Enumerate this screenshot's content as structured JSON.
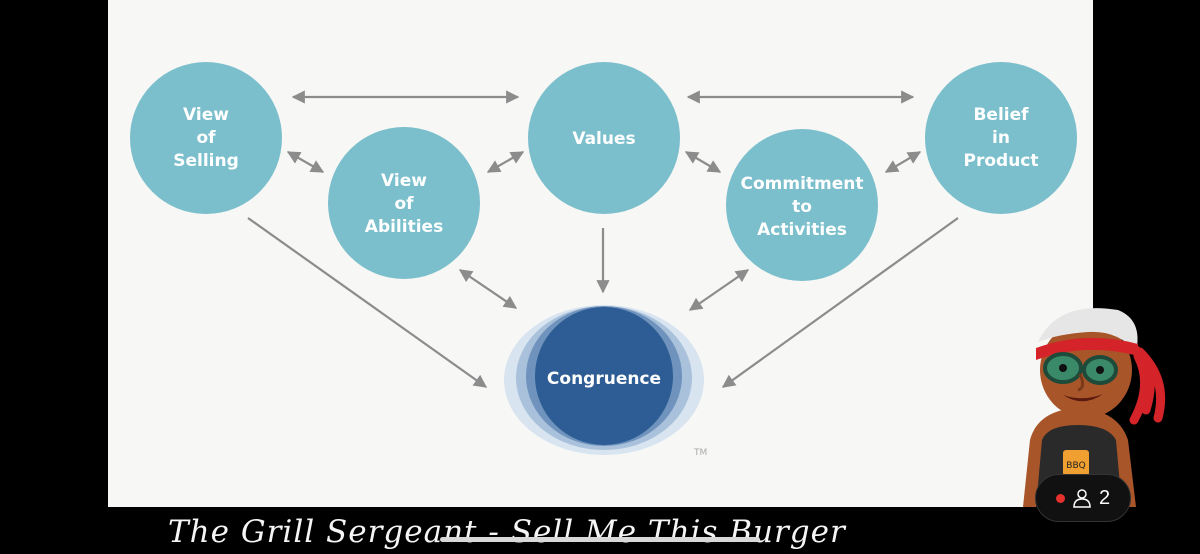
{
  "diagram": {
    "nodes": {
      "view_of_selling": [
        "View",
        "of",
        "Selling"
      ],
      "view_of_abilities": [
        "View",
        "of",
        "Abilities"
      ],
      "values": [
        "Values"
      ],
      "commitment": [
        "Commitment",
        "to",
        "Activities"
      ],
      "belief": [
        "Belief",
        "in",
        "Product"
      ],
      "congruence": [
        "Congruence"
      ]
    },
    "trademark": "TM",
    "colors": {
      "node": "#7bbfcc",
      "center": "#2d5d94",
      "center_ring": "#c9d9ea",
      "arrow": "#8c8c8c"
    }
  },
  "caption": "The Grill Sergeant - Sell Me This Burger",
  "live": {
    "indicator_color": "#e5322d",
    "viewers": "2"
  },
  "icons": {
    "viewer": "person-icon",
    "mascot": "grill-sergeant-mascot"
  }
}
